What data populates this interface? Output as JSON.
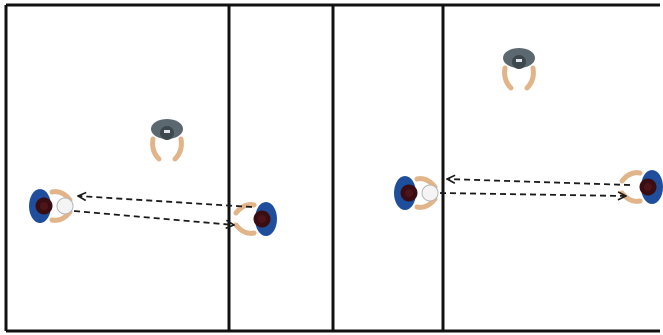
{
  "diagram": {
    "colors": {
      "background": "#ffffff",
      "court_line": "#111111",
      "arrow": "#1a1a1a",
      "shirt_blue": "#1f4f9c",
      "hair_dark": "#3a0d12",
      "skin": "#e2b48a",
      "shirt_gray": "#5c6870",
      "ball": "#f4f4f4"
    },
    "panels": [
      {
        "name": "left-court",
        "players": [
          {
            "role": "passer-left",
            "shirt": "blue",
            "facing": "right"
          },
          {
            "role": "passer-right",
            "shirt": "blue",
            "facing": "left"
          },
          {
            "role": "coach",
            "shirt": "gray",
            "facing": "down"
          }
        ],
        "passes": [
          "to-right",
          "to-left"
        ]
      },
      {
        "name": "right-court",
        "players": [
          {
            "role": "passer-left",
            "shirt": "blue",
            "facing": "right"
          },
          {
            "role": "passer-right",
            "shirt": "blue",
            "facing": "left"
          },
          {
            "role": "coach",
            "shirt": "gray",
            "facing": "down"
          }
        ],
        "passes": [
          "to-right",
          "to-left"
        ]
      }
    ]
  }
}
